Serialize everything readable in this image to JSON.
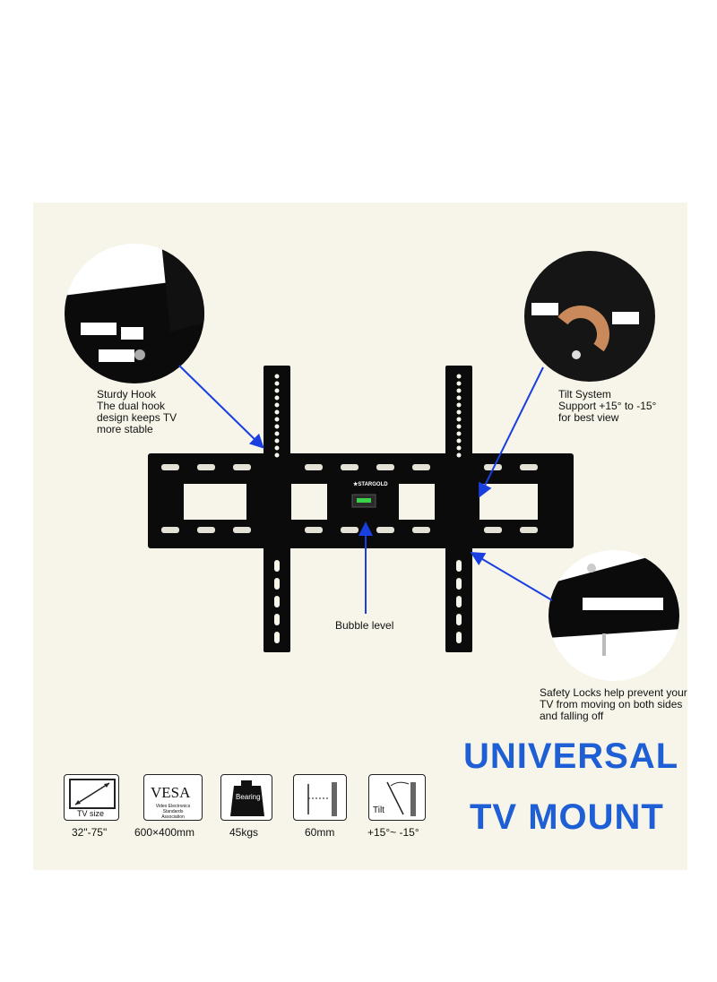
{
  "brand": "STARGOLD",
  "callouts": {
    "hook": {
      "lines": [
        "Sturdy Hook",
        "The dual hook",
        "design keeps TV",
        "more stable"
      ]
    },
    "tilt": {
      "lines": [
        "Tilt System",
        "Support +15° to -15°",
        "for best view"
      ]
    },
    "level": {
      "lines": [
        "Bubble level"
      ]
    },
    "safety": {
      "lines": [
        "Safety Locks help prevent your",
        " TV from moving on both sides",
        "and falling off"
      ]
    }
  },
  "headline": {
    "line1": "UNIVERSAL",
    "line2": "TV MOUNT"
  },
  "specs": [
    {
      "icon": "tv-size-icon",
      "inner": "TV size",
      "value": "32\"-75\""
    },
    {
      "icon": "vesa-icon",
      "inner": "VESA",
      "inner_small": "Video Electronics Standards Association",
      "value": "600×400mm"
    },
    {
      "icon": "bearing-weight-icon",
      "inner": "Bearing",
      "value": "45kgs"
    },
    {
      "icon": "wall-distance-icon",
      "inner": "",
      "value": "60mm"
    },
    {
      "icon": "tilt-angle-icon",
      "inner": "Tilt",
      "value": "+15°~ -15°"
    }
  ],
  "colors": {
    "accent": "#1f5fd6",
    "arrow": "#1a3fe0",
    "panel": "#f7f5e9",
    "metal": "#0b0b0b"
  }
}
